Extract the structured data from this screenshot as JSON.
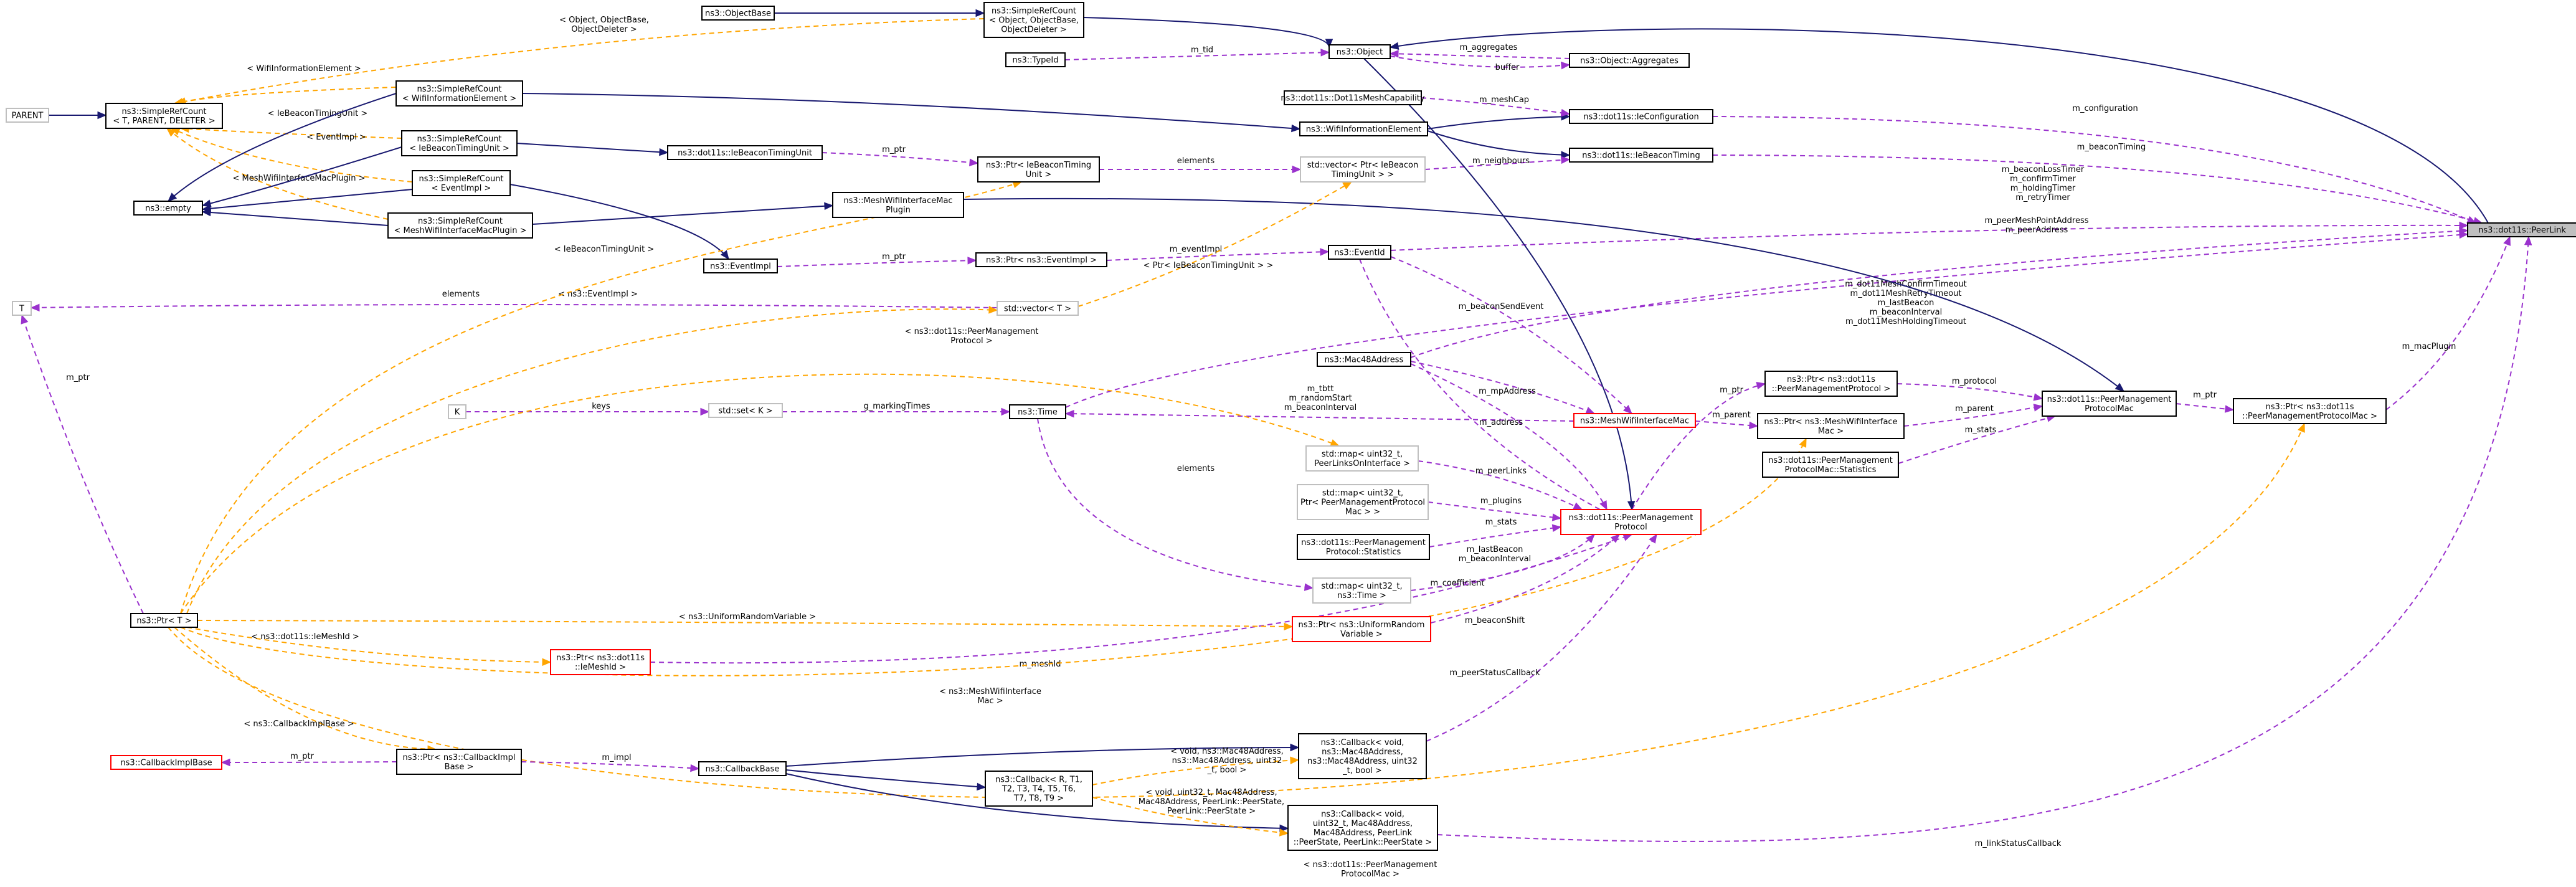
{
  "nodes": [
    {
      "id": "peerlink",
      "lines": [
        "ns3::dot11s::PeerLink"
      ],
      "style": "hl"
    },
    {
      "id": "object",
      "lines": [
        "ns3::Object"
      ],
      "style": "normal"
    },
    {
      "id": "objectbase",
      "lines": [
        "ns3::ObjectBase"
      ],
      "style": "normal"
    },
    {
      "id": "srcObject",
      "lines": [
        "ns3::SimpleRefCount",
        "< Object, ObjectBase,",
        "ObjectDeleter >"
      ],
      "style": "normal"
    },
    {
      "id": "typeid",
      "lines": [
        "ns3::TypeId"
      ],
      "style": "normal"
    },
    {
      "id": "aggregates",
      "lines": [
        "ns3::Object::Aggregates"
      ],
      "style": "normal"
    },
    {
      "id": "meshcap",
      "lines": [
        "ns3::dot11s::Dot11sMeshCapability"
      ],
      "style": "normal"
    },
    {
      "id": "wifiie",
      "lines": [
        "ns3::WifiInformationElement"
      ],
      "style": "normal"
    },
    {
      "id": "ieconfig",
      "lines": [
        "ns3::dot11s::IeConfiguration"
      ],
      "style": "normal"
    },
    {
      "id": "iebt",
      "lines": [
        "ns3::dot11s::IeBeaconTiming"
      ],
      "style": "normal"
    },
    {
      "id": "vecptrbtu",
      "lines": [
        "std::vector< Ptr< IeBeacon",
        "TimingUnit > >"
      ],
      "style": "grey"
    },
    {
      "id": "ptrbtu",
      "lines": [
        "ns3::Ptr< IeBeaconTiming",
        "Unit >"
      ],
      "style": "normal"
    },
    {
      "id": "btu",
      "lines": [
        "ns3::dot11s::IeBeaconTimingUnit"
      ],
      "style": "normal"
    },
    {
      "id": "srcWie",
      "lines": [
        "ns3::SimpleRefCount",
        "< WifiInformationElement >"
      ],
      "style": "normal"
    },
    {
      "id": "srcT",
      "lines": [
        "ns3::SimpleRefCount",
        "< T, PARENT, DELETER >"
      ],
      "style": "normal"
    },
    {
      "id": "parent",
      "lines": [
        "PARENT"
      ],
      "style": "grey"
    },
    {
      "id": "srcBtu",
      "lines": [
        "ns3::SimpleRefCount",
        "< IeBeaconTimingUnit >"
      ],
      "style": "normal"
    },
    {
      "id": "empty",
      "lines": [
        "ns3::empty"
      ],
      "style": "normal"
    },
    {
      "id": "srcEvent",
      "lines": [
        "ns3::SimpleRefCount",
        "< EventImpl >"
      ],
      "style": "normal"
    },
    {
      "id": "srcMwip",
      "lines": [
        "ns3::SimpleRefCount",
        "< MeshWifiInterfaceMacPlugin >"
      ],
      "style": "normal"
    },
    {
      "id": "mwip",
      "lines": [
        "ns3::MeshWifiInterfaceMac",
        "Plugin"
      ],
      "style": "normal"
    },
    {
      "id": "eventimpl",
      "lines": [
        "ns3::EventImpl"
      ],
      "style": "normal"
    },
    {
      "id": "ptrevent",
      "lines": [
        "ns3::Ptr< ns3::EventImpl >"
      ],
      "style": "normal"
    },
    {
      "id": "eventid",
      "lines": [
        "ns3::EventId"
      ],
      "style": "normal"
    },
    {
      "id": "vecT",
      "lines": [
        "std::vector< T >"
      ],
      "style": "grey"
    },
    {
      "id": "T",
      "lines": [
        "T"
      ],
      "style": "grey"
    },
    {
      "id": "mac48",
      "lines": [
        "ns3::Mac48Address"
      ],
      "style": "normal"
    },
    {
      "id": "K",
      "lines": [
        "K"
      ],
      "style": "grey"
    },
    {
      "id": "setK",
      "lines": [
        "std::set< K >"
      ],
      "style": "grey"
    },
    {
      "id": "time",
      "lines": [
        "ns3::Time"
      ],
      "style": "normal"
    },
    {
      "id": "meshwifimac",
      "lines": [
        "ns3::MeshWifiInterfaceMac"
      ],
      "style": "red"
    },
    {
      "id": "ptrpmp",
      "lines": [
        "ns3::Ptr< ns3::dot11s",
        "::PeerManagementProtocol >"
      ],
      "style": "normal"
    },
    {
      "id": "ptrmwim",
      "lines": [
        "ns3::Ptr< ns3::MeshWifiInterface",
        "Mac >"
      ],
      "style": "normal"
    },
    {
      "id": "pmpmacstats",
      "lines": [
        "ns3::dot11s::PeerManagement",
        "ProtocolMac::Statistics"
      ],
      "style": "normal"
    },
    {
      "id": "pmpmac",
      "lines": [
        "ns3::dot11s::PeerManagement",
        "ProtocolMac"
      ],
      "style": "normal"
    },
    {
      "id": "ptrpmpmac",
      "lines": [
        "ns3::Ptr< ns3::dot11s",
        "::PeerManagementProtocolMac >"
      ],
      "style": "normal"
    },
    {
      "id": "mappli",
      "lines": [
        "std::map< uint32_t,",
        "PeerLinksOnInterface >"
      ],
      "style": "grey"
    },
    {
      "id": "mapplugins",
      "lines": [
        "std::map< uint32_t,",
        "Ptr< PeerManagementProtocol",
        "Mac > >"
      ],
      "style": "grey"
    },
    {
      "id": "pmpstats",
      "lines": [
        "ns3::dot11s::PeerManagement",
        "Protocol::Statistics"
      ],
      "style": "normal"
    },
    {
      "id": "mapTime",
      "lines": [
        "std::map< uint32_t,",
        "ns3::Time >"
      ],
      "style": "grey"
    },
    {
      "id": "pmp",
      "lines": [
        "ns3::dot11s::PeerManagement",
        "Protocol"
      ],
      "style": "red"
    },
    {
      "id": "ptrurv",
      "lines": [
        "ns3::Ptr< ns3::UniformRandom",
        "Variable >"
      ],
      "style": "red"
    },
    {
      "id": "ptrT",
      "lines": [
        "ns3::Ptr< T >"
      ],
      "style": "normal"
    },
    {
      "id": "ptrmeshid",
      "lines": [
        "ns3::Ptr< ns3::dot11s",
        "::IeMeshId >"
      ],
      "style": "red"
    },
    {
      "id": "cbimplbase",
      "lines": [
        "ns3::CallbackImplBase"
      ],
      "style": "red"
    },
    {
      "id": "ptrcbimpl",
      "lines": [
        "ns3::Ptr< ns3::CallbackImpl",
        "Base >"
      ],
      "style": "normal"
    },
    {
      "id": "cbbase",
      "lines": [
        "ns3::CallbackBase"
      ],
      "style": "normal"
    },
    {
      "id": "cb1",
      "lines": [
        "ns3::Callback< void,",
        "ns3::Mac48Address,",
        "ns3::Mac48Address, uint32",
        "_t, bool >"
      ],
      "style": "normal"
    },
    {
      "id": "cbR",
      "lines": [
        "ns3::Callback< R, T1,",
        "T2, T3, T4, T5, T6,",
        "T7, T8, T9 >"
      ],
      "style": "normal"
    },
    {
      "id": "cb2",
      "lines": [
        "ns3::Callback< void,",
        "uint32_t, Mac48Address,",
        "Mac48Address, PeerLink",
        "::PeerState, PeerLink::PeerState >"
      ],
      "style": "normal"
    }
  ],
  "edges": [
    {
      "id": "e-pl-object",
      "type": "inh",
      "label": []
    },
    {
      "id": "e-srco-object",
      "type": "inh",
      "label": []
    },
    {
      "id": "e-ob-srco",
      "type": "inh",
      "label": []
    },
    {
      "id": "e-tid-object",
      "type": "use",
      "label": [
        "m_tid"
      ]
    },
    {
      "id": "e-agg-object",
      "type": "use",
      "label": [
        "m_aggregates"
      ]
    },
    {
      "id": "e-object-agg",
      "type": "use",
      "label": [
        "buffer"
      ]
    },
    {
      "id": "e-parent-srct",
      "type": "inh",
      "label": []
    },
    {
      "id": "e-srct-srco",
      "type": "tpl",
      "label": [
        "< Object, ObjectBase,",
        "ObjectDeleter >"
      ]
    },
    {
      "id": "e-srct-srcwie",
      "type": "tpl",
      "label": [
        "< WifiInformationElement >"
      ]
    },
    {
      "id": "e-srct-srcbtu",
      "type": "tpl",
      "label": [
        "< IeBeaconTimingUnit >"
      ]
    },
    {
      "id": "e-srct-srcevent",
      "type": "tpl",
      "label": [
        "< EventImpl >"
      ]
    },
    {
      "id": "e-srct-srcmwip",
      "type": "tpl",
      "label": [
        "< MeshWifiInterfaceMacPlugin >"
      ]
    },
    {
      "id": "e-empty-srcwie",
      "type": "inh",
      "label": []
    },
    {
      "id": "e-empty-srcbtu",
      "type": "inh",
      "label": []
    },
    {
      "id": "e-empty-srcevent",
      "type": "inh",
      "label": []
    },
    {
      "id": "e-empty-srcmwip",
      "type": "inh",
      "label": []
    },
    {
      "id": "e-srcwie-wifiie",
      "type": "inh",
      "label": []
    },
    {
      "id": "e-srcbtu-btu",
      "type": "inh",
      "label": []
    },
    {
      "id": "e-srcevent-eventimpl",
      "type": "inh",
      "label": []
    },
    {
      "id": "e-srcmwip-mwip",
      "type": "inh",
      "label": []
    },
    {
      "id": "e-wifiie-ieconfig",
      "type": "inh",
      "label": []
    },
    {
      "id": "e-wifiie-iebt",
      "type": "inh",
      "label": []
    },
    {
      "id": "e-meshcap-ieconfig",
      "type": "use",
      "label": [
        "m_meshCap"
      ]
    },
    {
      "id": "e-vec-iebt",
      "type": "use",
      "label": [
        "m_neighbours"
      ]
    },
    {
      "id": "e-ptrbtu-vec",
      "type": "use",
      "label": [
        "elements"
      ]
    },
    {
      "id": "e-btu-ptrbtu",
      "type": "use",
      "label": [
        "m_ptr"
      ]
    },
    {
      "id": "e-ieconfig-pl",
      "type": "use",
      "label": [
        "m_configuration"
      ]
    },
    {
      "id": "e-iebt-pl",
      "type": "use",
      "label": [
        "m_beaconTiming"
      ]
    },
    {
      "id": "e-eventid-pl",
      "type": "use",
      "label": [
        "m_beaconLossTimer",
        "m_confirmTimer",
        "m_holdingTimer",
        "m_retryTimer"
      ]
    },
    {
      "id": "e-mac48-pl",
      "type": "use",
      "label": [
        "m_peerMeshPointAddress",
        "m_peerAddress"
      ]
    },
    {
      "id": "e-time-pl",
      "type": "use",
      "label": [
        "m_dot11MeshConfirmTimeout",
        "m_dot11MeshRetryTimeout",
        "m_lastBeacon",
        "m_beaconInterval",
        "m_dot11MeshHoldingTimeout"
      ]
    },
    {
      "id": "e-ptrpmpmac-pl",
      "type": "use",
      "label": [
        "m_macPlugin"
      ]
    },
    {
      "id": "e-cb2-pl",
      "type": "use",
      "label": [
        "m_linkStatusCallback"
      ]
    },
    {
      "id": "e-mwip-pmpmac",
      "type": "inh",
      "label": []
    },
    {
      "id": "e-eventimpl-ptrevent",
      "type": "use",
      "label": [
        "m_ptr"
      ]
    },
    {
      "id": "e-ptrevent-eventid",
      "type": "use",
      "label": [
        "m_eventImpl"
      ]
    },
    {
      "id": "e-T-ptrT",
      "type": "use",
      "label": [
        "m_ptr"
      ]
    },
    {
      "id": "e-vecT-T",
      "type": "use",
      "label": [
        "elements"
      ]
    },
    {
      "id": "e-ptrT-vecT",
      "type": "tpl",
      "label": [
        "< ns3::EventImpl >"
      ]
    },
    {
      "id": "e-ptrT-ptrbtu",
      "type": "tpl",
      "label": [
        "< IeBeaconTimingUnit >"
      ]
    },
    {
      "id": "e-vecT-vecptrbtu",
      "type": "tpl",
      "label": [
        "< Ptr< IeBeaconTimingUnit > >"
      ]
    },
    {
      "id": "e-K-setK",
      "type": "use",
      "label": [
        "keys"
      ]
    },
    {
      "id": "e-setK-time",
      "type": "use",
      "label": [
        "g_markingTimes"
      ]
    },
    {
      "id": "e-time-mwim",
      "type": "use",
      "label": [
        "m_tbtt",
        "m_randomStart",
        "m_beaconInterval"
      ]
    },
    {
      "id": "e-mac48-mwim",
      "type": "use",
      "label": [
        "m_mpAddress"
      ]
    },
    {
      "id": "e-eventid-mwim",
      "type": "use",
      "label": [
        "m_beaconSendEvent"
      ]
    },
    {
      "id": "e-mwim-ptrmwim",
      "type": "use",
      "label": [
        "m_parent"
      ]
    },
    {
      "id": "e-ptrpmp-pmpmac",
      "type": "use",
      "label": [
        "m_protocol"
      ]
    },
    {
      "id": "e-ptrmwim-pmpmac",
      "type": "use",
      "label": [
        "m_parent"
      ]
    },
    {
      "id": "e-stats-pmpmac",
      "type": "use",
      "label": [
        "m_stats"
      ]
    },
    {
      "id": "e-pmpmac-ptrpmpmac",
      "type": "use",
      "label": [
        "m_ptr"
      ]
    },
    {
      "id": "e-pmp-ptrpmp",
      "type": "use",
      "label": [
        "m_ptr"
      ]
    },
    {
      "id": "e-object-pmp",
      "type": "inh",
      "label": []
    },
    {
      "id": "e-mac48-pmp",
      "type": "use",
      "label": [
        "m_address"
      ]
    },
    {
      "id": "e-mappli-pmp",
      "type": "use",
      "label": [
        "m_peerLinks"
      ]
    },
    {
      "id": "e-mapplugins-pmp",
      "type": "use",
      "label": [
        "m_plugins"
      ]
    },
    {
      "id": "e-pmpstats-pmp",
      "type": "use",
      "label": [
        "m_stats"
      ]
    },
    {
      "id": "e-maptime-pmp",
      "type": "use",
      "label": [
        "m_lastBeacon",
        "m_beaconInterval"
      ]
    },
    {
      "id": "e-ptrurv-pmp",
      "type": "use",
      "label": [
        "m_coefficient"
      ]
    },
    {
      "id": "e-eventid-pmp",
      "type": "use",
      "label": [
        "m_beaconShift"
      ]
    },
    {
      "id": "e-ptrmeshid-pmp",
      "type": "use",
      "label": [
        "m_meshId"
      ]
    },
    {
      "id": "e-cb1-pmp",
      "type": "use",
      "label": [
        "m_peerStatusCallback"
      ]
    },
    {
      "id": "e-ptrT-mappli",
      "type": "tpl",
      "label": [
        "< ns3::dot11s::PeerManagement",
        "Protocol >"
      ]
    },
    {
      "id": "e-time-maptime",
      "type": "use",
      "label": [
        "elements"
      ]
    },
    {
      "id": "e-ptrT-ptrurv",
      "type": "tpl",
      "label": [
        "< ns3::UniformRandomVariable >"
      ]
    },
    {
      "id": "e-ptrT-ptrmeshid",
      "type": "tpl",
      "label": [
        "< ns3::dot11s::IeMeshId >"
      ]
    },
    {
      "id": "e-ptrT-ptrmwim",
      "type": "tpl",
      "label": [
        "< ns3::MeshWifiInterface",
        "Mac >"
      ]
    },
    {
      "id": "e-ptrT-ptrcbimpl",
      "type": "tpl",
      "label": [
        "< ns3::CallbackImplBase >"
      ]
    },
    {
      "id": "e-ptrT-ptrpmpmac",
      "type": "tpl",
      "label": [
        "< ns3::dot11s::PeerManagement",
        "ProtocolMac >"
      ]
    },
    {
      "id": "e-cbimpl-ptr",
      "type": "use",
      "label": [
        "m_ptr"
      ]
    },
    {
      "id": "e-ptrcbimpl-cbbase",
      "type": "use",
      "label": [
        "m_impl"
      ]
    },
    {
      "id": "e-cbbase-cb1",
      "type": "inh",
      "label": []
    },
    {
      "id": "e-cbbase-cbR",
      "type": "inh",
      "label": []
    },
    {
      "id": "e-cbbase-cb2",
      "type": "inh",
      "label": []
    },
    {
      "id": "e-cbR-cb1",
      "type": "tpl",
      "label": [
        "< void, ns3::Mac48Address,",
        "ns3::Mac48Address, uint32",
        "_t, bool >"
      ]
    },
    {
      "id": "e-cbR-cb2",
      "type": "tpl",
      "label": [
        "< void, uint32_t, Mac48Address,",
        "Mac48Address, PeerLink::PeerState,",
        "PeerLink::PeerState >"
      ]
    }
  ]
}
